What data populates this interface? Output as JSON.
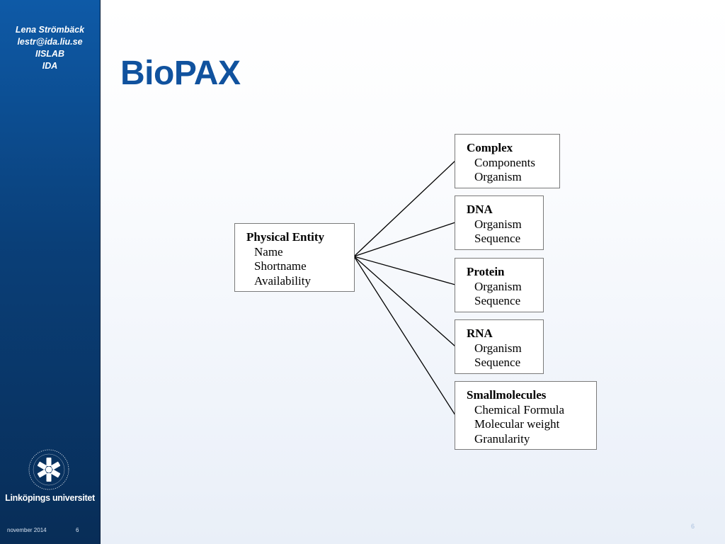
{
  "sidebar": {
    "author_lines": [
      "Lena Strömbäck",
      "lestr@ida.liu.se",
      "IISLAB",
      "IDA"
    ],
    "university": "Linköpings universitet",
    "footer_date": "november 2014",
    "footer_page": "6"
  },
  "slide": {
    "title": "BioPAX",
    "corner_page": "6"
  },
  "diagram": {
    "root": {
      "name": "Physical Entity",
      "attributes": [
        "Name",
        "Shortname",
        "Availability"
      ]
    },
    "children": [
      {
        "name": "Complex",
        "attributes": [
          "Components",
          "Organism"
        ]
      },
      {
        "name": "DNA",
        "attributes": [
          "Organism",
          "Sequence"
        ]
      },
      {
        "name": "Protein",
        "attributes": [
          "Organism",
          "Sequence"
        ]
      },
      {
        "name": "RNA",
        "attributes": [
          "Organism",
          "Sequence"
        ]
      },
      {
        "name": "Smallmolecules",
        "attributes": [
          "Chemical Formula",
          "Molecular weight",
          "Granularity"
        ]
      }
    ]
  }
}
